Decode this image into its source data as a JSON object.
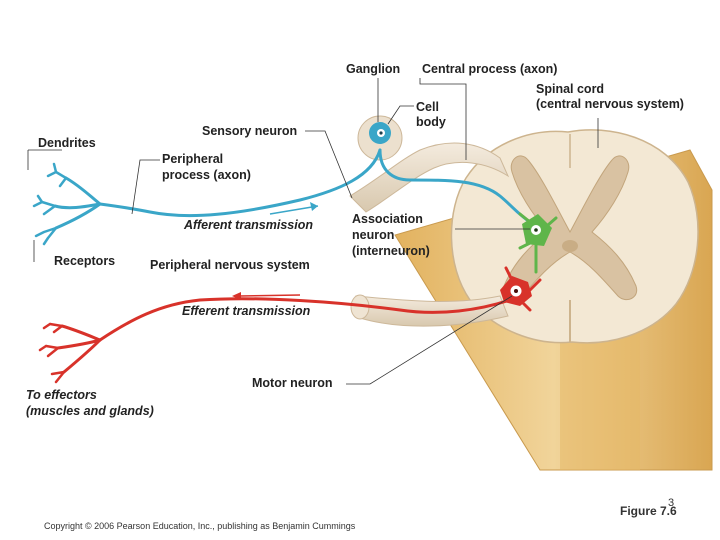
{
  "labels": {
    "ganglion": "Ganglion",
    "central_process": "Central process (axon)",
    "cell_body_1": "Cell",
    "cell_body_2": "body",
    "spinal_cord_1": "Spinal cord",
    "spinal_cord_2": "(central nervous system)",
    "dendrites": "Dendrites",
    "sensory_neuron": "Sensory neuron",
    "peripheral_process_1": "Peripheral",
    "peripheral_process_2": "process (axon)",
    "afferent": "Afferent transmission",
    "association_1": "Association",
    "association_2": "neuron",
    "association_3": "(interneuron)",
    "receptors": "Receptors",
    "pns": "Peripheral nervous system",
    "efferent": "Efferent transmission",
    "motor_neuron": "Motor neuron",
    "effectors_1": "To effectors",
    "effectors_2": "(muscles and glands)"
  },
  "footer": {
    "copyright": "Copyright © 2006 Pearson Education, Inc., publishing as Benjamin Cummings",
    "figure": "Figure 7.6",
    "page_number": "3"
  },
  "colors": {
    "sensory_neuron": "#3aa6c8",
    "motor_neuron": "#d8322a",
    "interneuron": "#5fb54a",
    "spinal_gray": "#d9c2a2",
    "spinal_white": "#f3e8d4",
    "nerve_sheath": "#e9dcc6",
    "cord_body": "#e8c07a"
  }
}
